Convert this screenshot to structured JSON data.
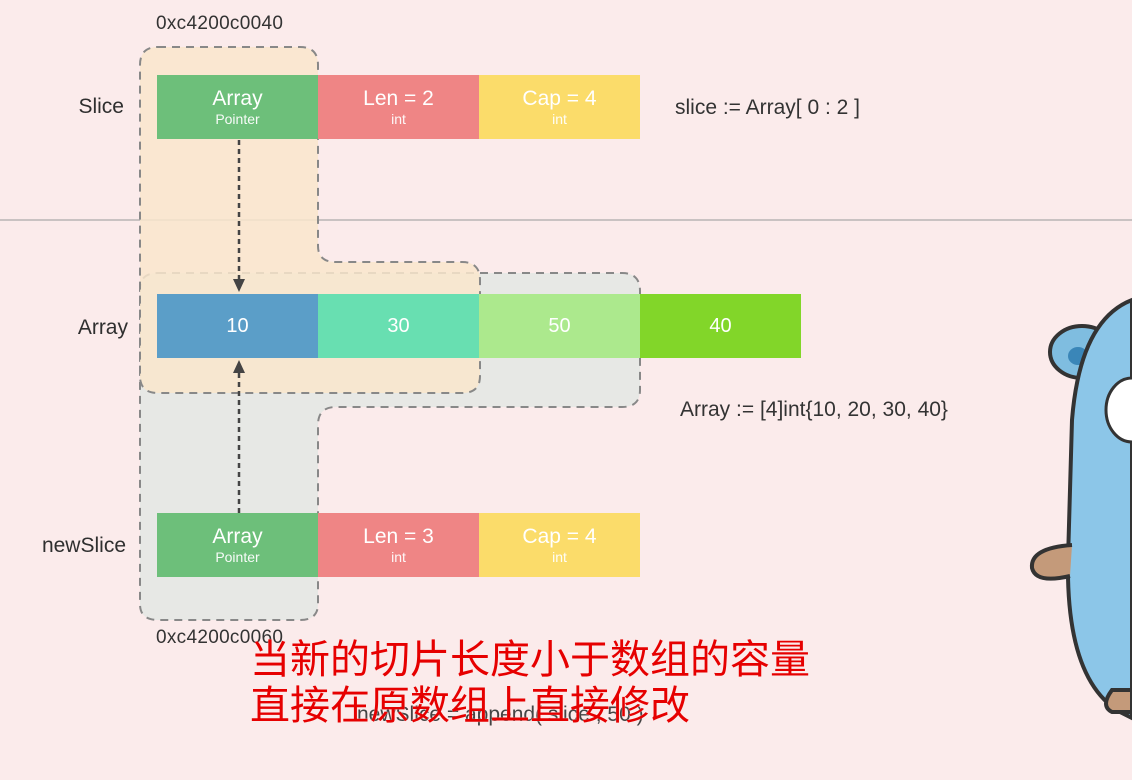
{
  "labels": {
    "slice": "Slice",
    "array": "Array",
    "new_slice": "newSlice"
  },
  "addresses": {
    "top": "0xc4200c0040",
    "bottom": "0xc4200c0060"
  },
  "slice": {
    "array": {
      "main": "Array",
      "sub": "Pointer"
    },
    "len": {
      "main": "Len = 2",
      "sub": "int"
    },
    "cap": {
      "main": "Cap = 4",
      "sub": "int"
    }
  },
  "new_slice": {
    "array": {
      "main": "Array",
      "sub": "Pointer"
    },
    "len": {
      "main": "Len = 3",
      "sub": "int"
    },
    "cap": {
      "main": "Cap = 4",
      "sub": "int"
    }
  },
  "array_values": [
    "10",
    "30",
    "50",
    "40"
  ],
  "code": {
    "slice_expr": "slice := Array[ 0 : 2 ]",
    "array_expr": "Array := [4]int{10, 20, 30, 40}",
    "append_expr": "newSlice = append( slice , 50 )"
  },
  "caption": {
    "line1": "当新的切片长度小于数组的容量",
    "line2": "直接在原数组上直接修改"
  },
  "colors": {
    "background": "#fbebeb",
    "pointer": "#6dbf7a",
    "len": "#ef8585",
    "cap": "#fbdc6a",
    "array_cells": [
      "#5b9ec8",
      "#68dfb1",
      "#ace98d",
      "#82d629"
    ],
    "caption": "#e60000"
  }
}
